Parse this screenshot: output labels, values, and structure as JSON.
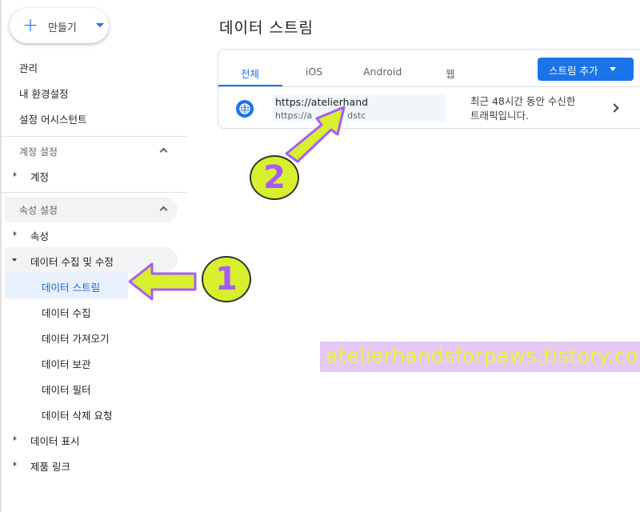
{
  "sidebar": {
    "create_label": "만들기",
    "top_items": [
      "관리",
      "내 환경설정",
      "설정 어시스턴트"
    ],
    "account_section": {
      "label": "계정 설정",
      "items": [
        "계정"
      ]
    },
    "property_section": {
      "label": "속성 설정",
      "items": [
        "속성"
      ],
      "expanded_group": {
        "label": "데이터 수집 및 수정",
        "children": [
          "데이터 스트림",
          "데이터 수집",
          "데이터 가져오기",
          "데이터 보관",
          "데이터 필터",
          "데이터 삭제 요청"
        ],
        "active": "데이터 스트림"
      },
      "more_items": [
        "데이터 표시",
        "제품 링크"
      ]
    }
  },
  "main": {
    "title": "데이터 스트림",
    "tabs": [
      {
        "label": "전체",
        "active": true
      },
      {
        "label": "iOS",
        "active": false
      },
      {
        "label": "Android",
        "active": false
      },
      {
        "label": "웹",
        "active": false
      }
    ],
    "add_stream_label": "스트림 추가",
    "stream": {
      "name": "https://atelierhand",
      "url": "https://a",
      "url_tail": "dstc",
      "status_line1": "최근 48시간 동안 수신한",
      "status_line2": "트래픽입니다."
    }
  },
  "annotations": {
    "badge1": "1",
    "badge2": "2",
    "watermark": "atelierhandsforpaws.tistory.com",
    "arrow_color": "#d7ef2c",
    "arrow_outline": "#a45cff"
  },
  "colors": {
    "accent": "#1a73e8",
    "active_bg": "#e8f0fe"
  }
}
